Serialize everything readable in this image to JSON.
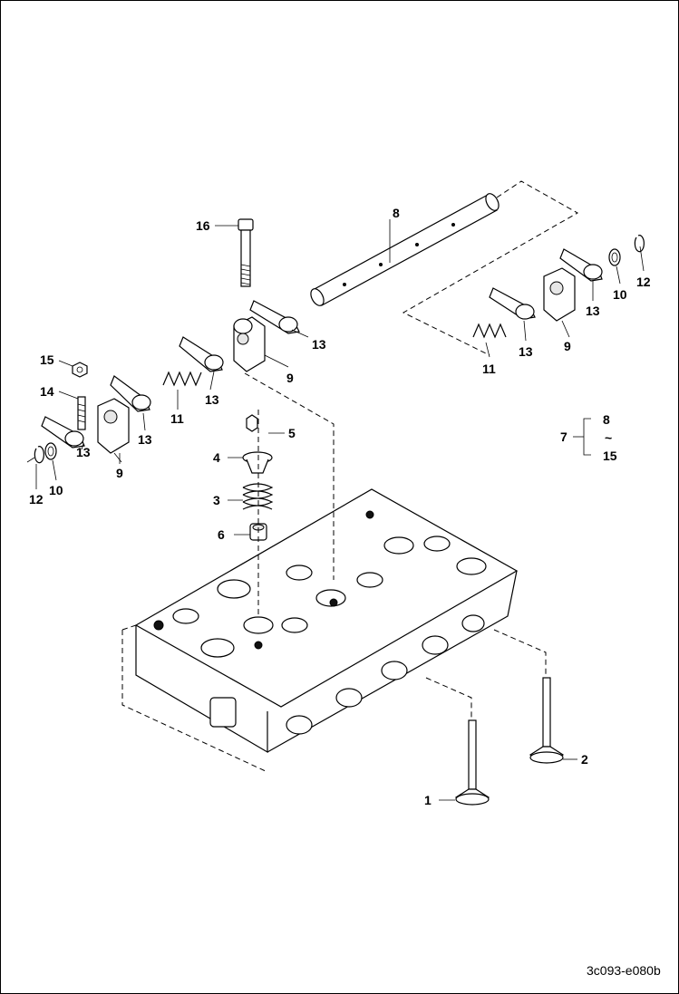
{
  "figure_id": "3c093-e080b",
  "callouts": {
    "c1": "1",
    "c2": "2",
    "c3": "3",
    "c4": "4",
    "c5": "5",
    "c6": "6",
    "c7": "7",
    "c7a": "8",
    "c7b": "~",
    "c7c": "15",
    "c8": "8",
    "c9a": "9",
    "c9b": "9",
    "c9c": "9",
    "c10a": "10",
    "c10b": "10",
    "c11a": "11",
    "c11b": "11",
    "c12a": "12",
    "c12b": "12",
    "c13a": "13",
    "c13b": "13",
    "c13c": "13",
    "c13d": "13",
    "c13e": "13",
    "c13f": "13",
    "c14": "14",
    "c15": "15",
    "c16": "16"
  }
}
